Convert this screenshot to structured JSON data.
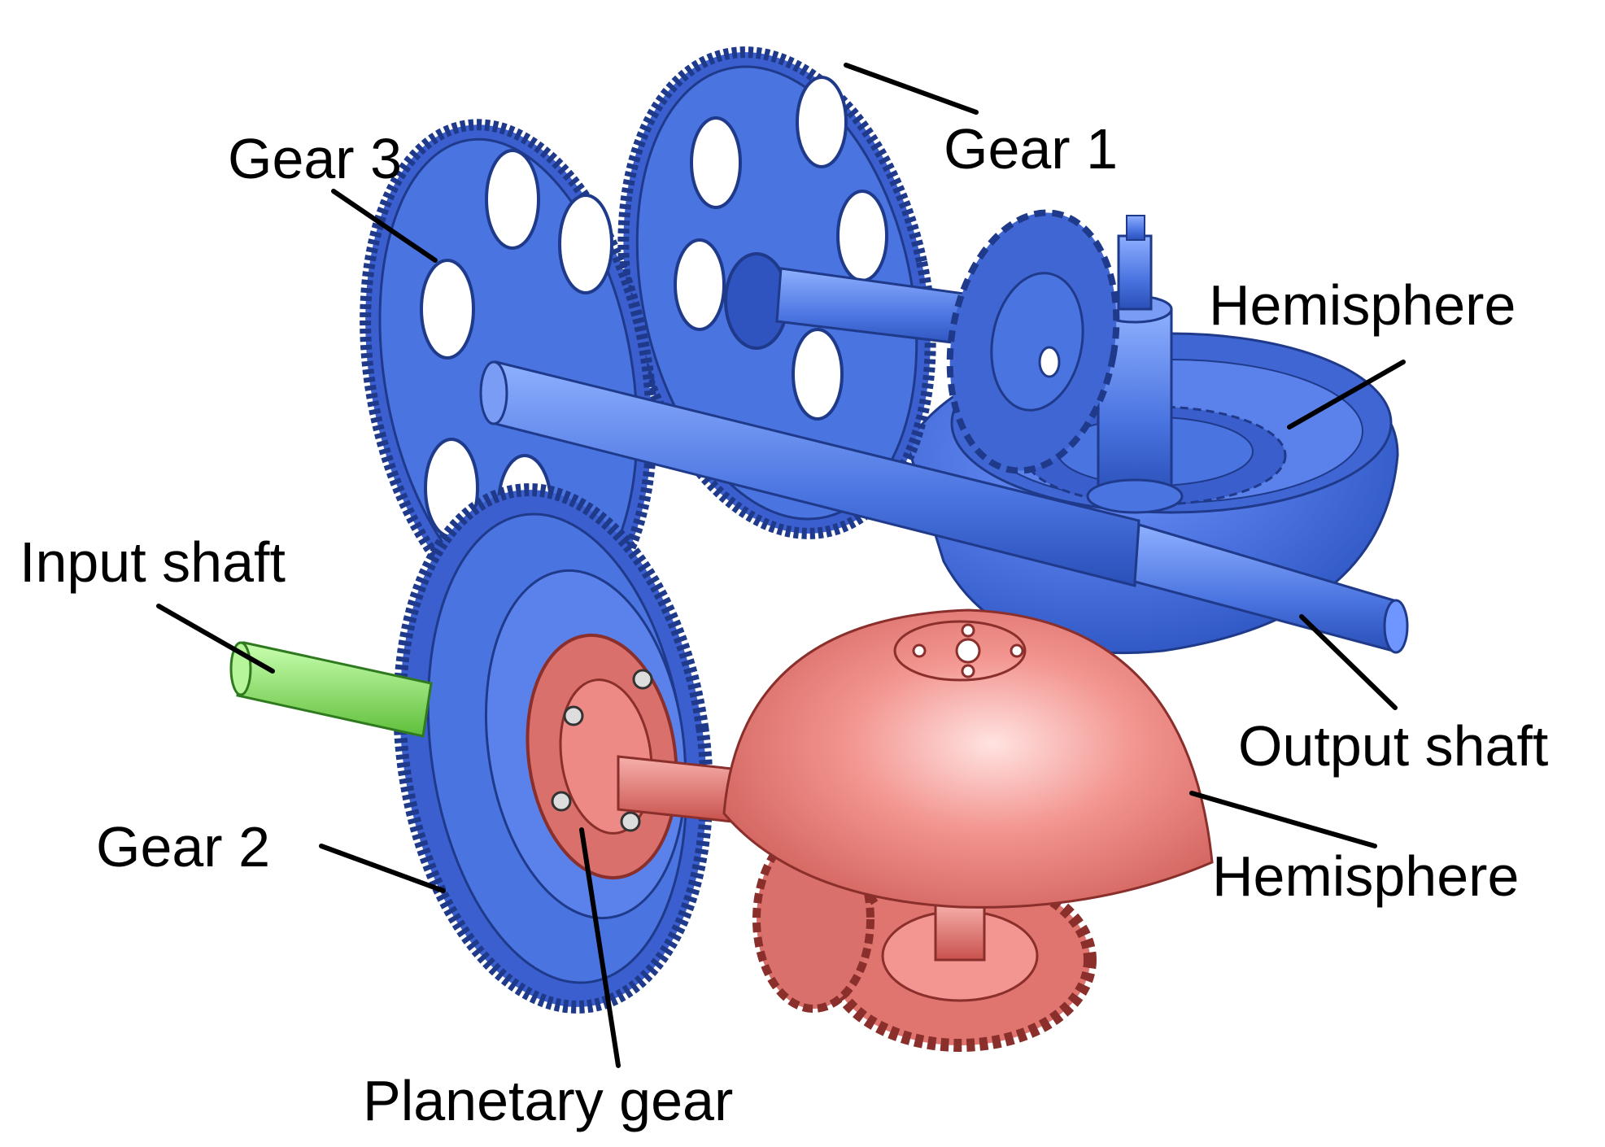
{
  "colors": {
    "blue_part": "#4a74e0",
    "blue_dark": "#1f3a8a",
    "red_part": "#ee7f7a",
    "red_dark": "#a8433f",
    "green_part": "#8fe06a",
    "leader_line": "#000000"
  },
  "labels": {
    "gear3": "Gear 3",
    "gear1": "Gear 1",
    "hemisphere_top": "Hemisphere",
    "input_shaft": "Input shaft",
    "output_shaft": "Output shaft",
    "gear2": "Gear 2",
    "hemisphere_bottom": "Hemisphere",
    "planetary_gear": "Planetary gear"
  }
}
